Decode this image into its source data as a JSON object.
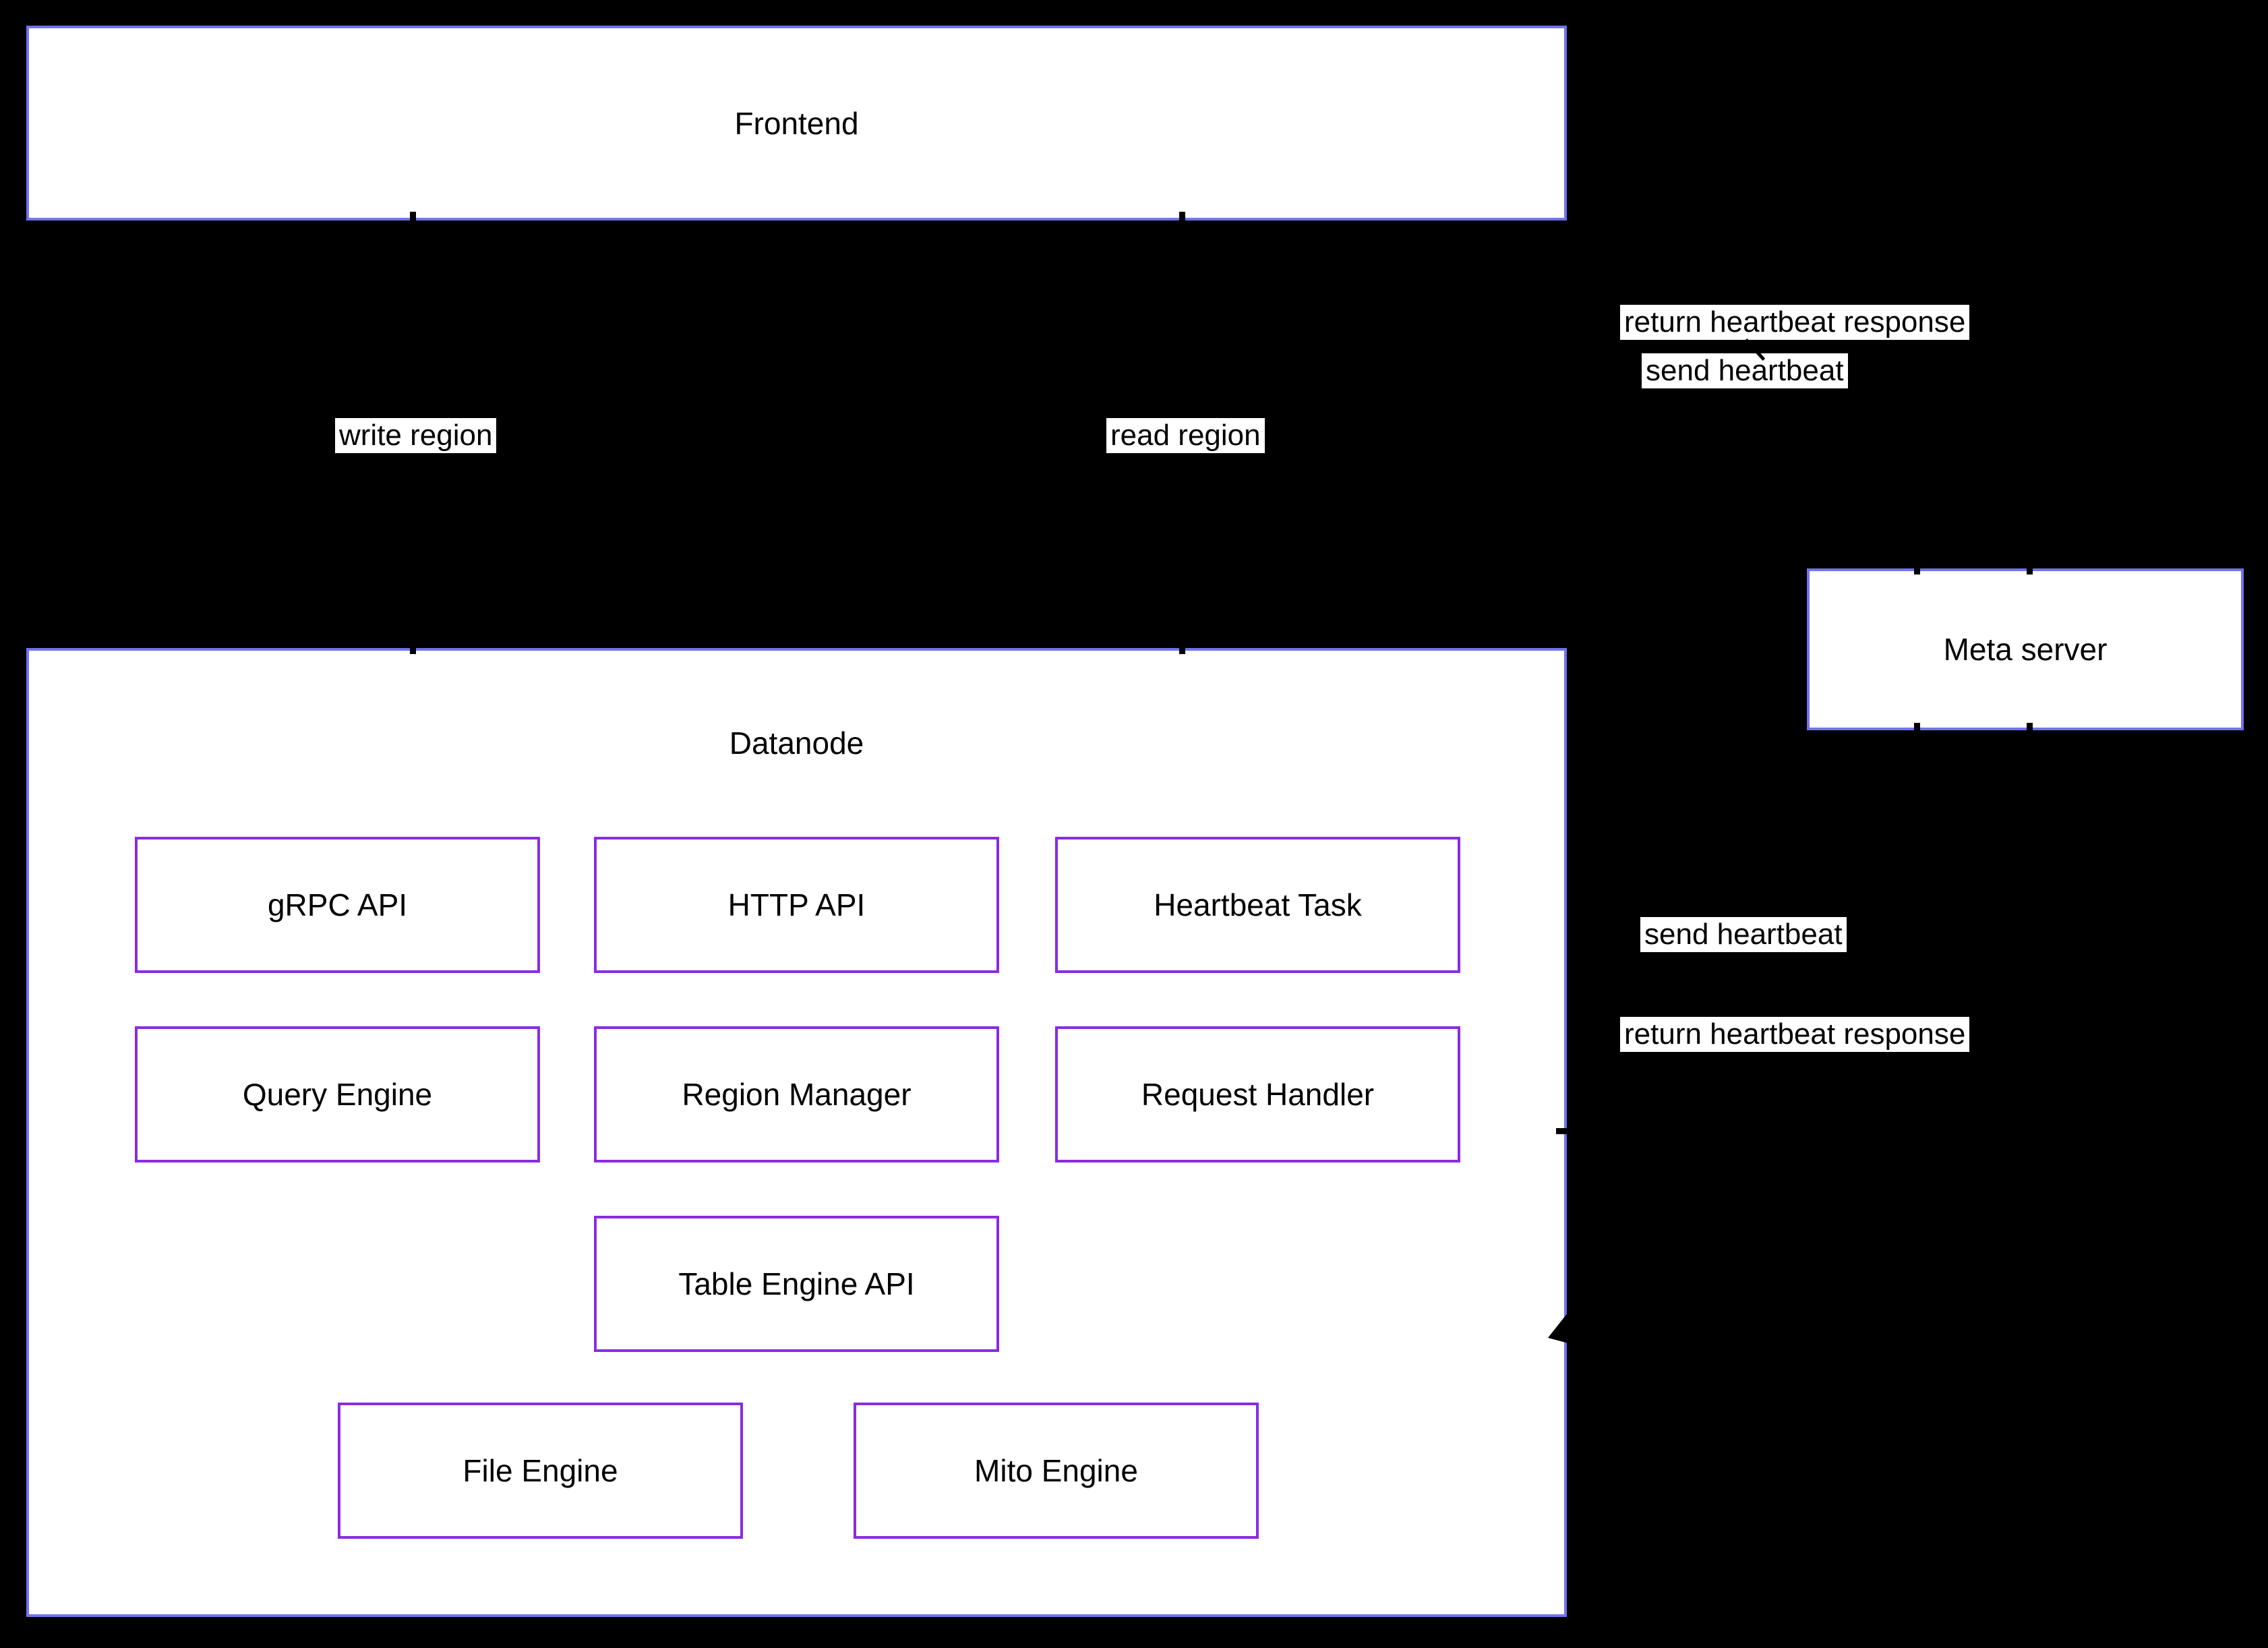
{
  "diagram": {
    "title": "Datanode architecture diagram",
    "colors": {
      "background": "#000000",
      "outer_box_border": "#7173f0",
      "inner_box_border": "#8a2be2",
      "box_fill": "#ffffff",
      "text": "#000000",
      "edge_label_background": "#ffffff"
    },
    "frontend": {
      "label": "Frontend"
    },
    "meta_server": {
      "label": "Meta server"
    },
    "datanode": {
      "label": "Datanode",
      "components": [
        {
          "label": "gRPC API"
        },
        {
          "label": "HTTP API"
        },
        {
          "label": "Heartbeat Task"
        },
        {
          "label": "Query Engine"
        },
        {
          "label": "Region Manager"
        },
        {
          "label": "Request Handler"
        },
        {
          "label": "Table Engine API"
        },
        {
          "label": "File Engine"
        },
        {
          "label": "Mito Engine"
        }
      ]
    },
    "edge_labels": [
      {
        "id": "write-region",
        "label": "write region"
      },
      {
        "id": "read-region",
        "label": "read region"
      },
      {
        "id": "return-heartbeat-top",
        "label": "return heartbeat response"
      },
      {
        "id": "send-heartbeat-top",
        "label": "send heartbeat"
      },
      {
        "id": "send-heartbeat-mid",
        "label": "send heartbeat"
      },
      {
        "id": "return-heartbeat-mid",
        "label": "return heartbeat response"
      }
    ]
  }
}
